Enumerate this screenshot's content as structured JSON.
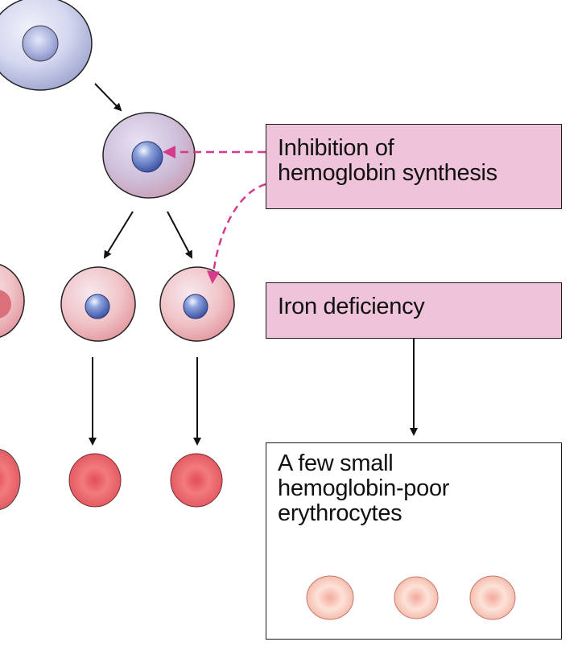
{
  "labels": {
    "inhibition_line1": "Inhibition of",
    "inhibition_line2": "hemoglobin synthesis",
    "iron_deficiency": "Iron deficiency",
    "result_line1": "A few small",
    "result_line2": "hemoglobin-poor",
    "result_line3": "erythrocytes"
  },
  "colors": {
    "label_box_fill": "#efc4da",
    "dashed_arrow": "#d63a8a",
    "stem_cell": "#c9cde8",
    "nucleus": "#6f86c8",
    "erythroblast": "#f0a8a8",
    "erythrocyte": "#e36b6b",
    "pale_erythrocyte": "#f9cfc6"
  }
}
